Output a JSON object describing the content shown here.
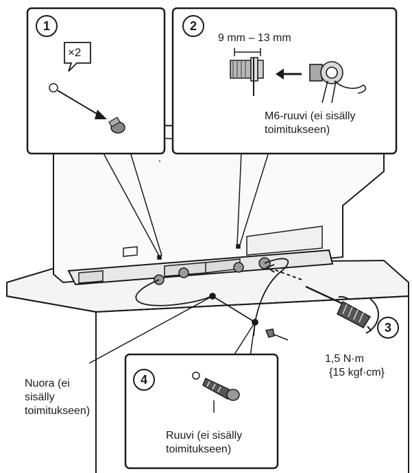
{
  "steps": {
    "step1": {
      "number": "1",
      "badge": "×2"
    },
    "step2": {
      "number": "2",
      "dimension": "9 mm – 13 mm",
      "screw_label": "M6-ruuvi (ei sisälly\ntoimitukseen)"
    },
    "step3": {
      "number": "3",
      "torque_value": "1,5 N·m",
      "torque_alt": "{15 kgf·cm}"
    },
    "step4": {
      "number": "4",
      "screw_label": "Ruuvi (ei sisälly\ntoimitukseen)"
    }
  },
  "cord_label": "Nuora (ei\nsisälly\ntoimitukseen)",
  "colors": {
    "line": "#1a1a1a",
    "panel_fill": "#ffffff",
    "shade": "#cfcfcf",
    "light": "#e8e8e8"
  }
}
